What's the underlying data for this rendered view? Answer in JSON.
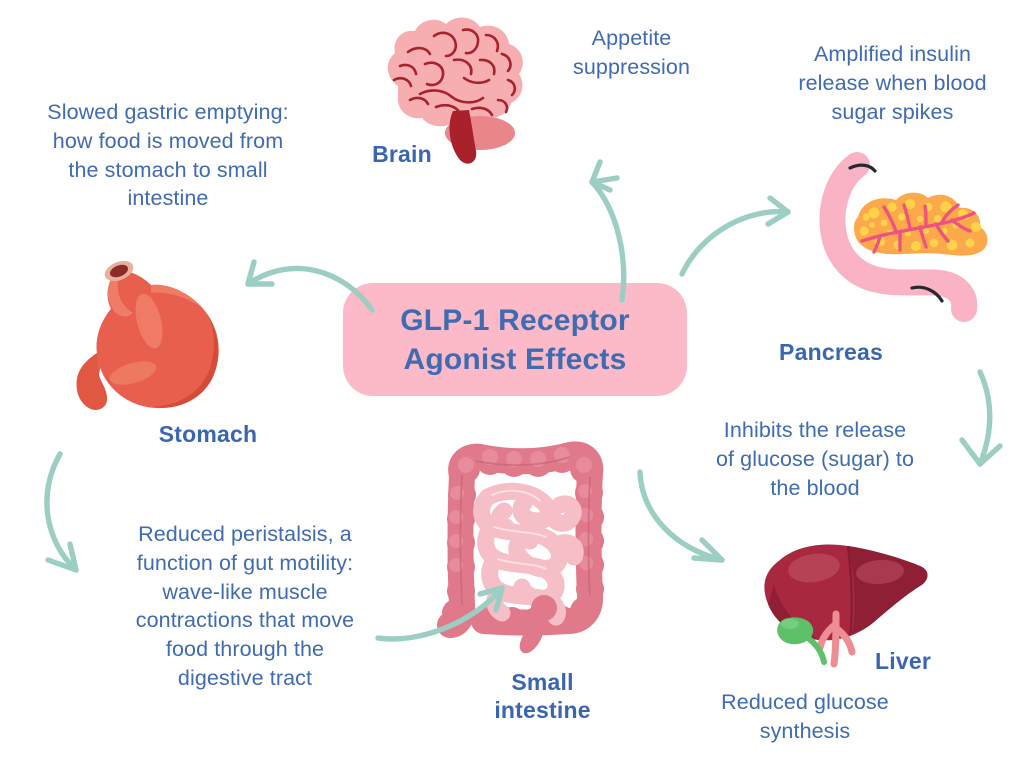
{
  "center": {
    "title_line1": "GLP-1 Receptor",
    "title_line2": "Agonist Effects",
    "bg_color": "#fcb9c8",
    "text_color": "#3f6bb0"
  },
  "palette": {
    "text_blue": "#3f6bb0",
    "label_blue": "#3a66ad",
    "arrow_green": "#9ccec4",
    "brain_pink": "#f6aeb0",
    "brain_dark_red": "#a8212b",
    "stomach_red": "#e8604d",
    "pancreas_orange": "#fba94a",
    "pancreas_duct": "#f0527f",
    "duodenum_pink": "#f9b3c4",
    "liver_maroon": "#a8293f",
    "gallbladder_green": "#5ec16a",
    "intestine_dark_pink": "#e07a8b",
    "intestine_light_pink": "#f6bec6",
    "background": "#ffffff"
  },
  "organs": [
    {
      "id": "brain",
      "label": "Brain",
      "description": "Appetite\nsuppression",
      "description_lines": [
        "Appetite",
        "suppression"
      ],
      "icon": "brain-icon"
    },
    {
      "id": "pancreas",
      "label": "Pancreas",
      "description": "Amplified insulin release when blood sugar spikes",
      "description_lines": [
        "Amplified insulin",
        "release when blood",
        "sugar spikes"
      ],
      "icon": "pancreas-icon"
    },
    {
      "id": "liver",
      "label": "Liver",
      "description": "Reduced glucose synthesis",
      "description_lines": [
        "Reduced glucose",
        "synthesis"
      ],
      "secondary_description": "Inhibits the release of glucose (sugar) to the blood",
      "secondary_description_lines": [
        "Inhibits the release",
        "of glucose (sugar) to",
        "the blood"
      ],
      "icon": "liver-icon"
    },
    {
      "id": "small-intestine",
      "label": "Small\nintestine",
      "label_lines": [
        "Small",
        "intestine"
      ],
      "description": "Reduced peristalsis, a function of gut motility: wave-like muscle contractions that move food through the digestive tract",
      "description_lines": [
        "Reduced peristalsis, a",
        "function of gut motility:",
        "wave-like muscle",
        "contractions that move",
        "food through the",
        "digestive tract"
      ],
      "icon": "small-intestine-icon"
    },
    {
      "id": "stomach",
      "label": "Stomach",
      "description": "Slowed gastric emptying: how food is moved from the stomach to small intestine",
      "description_lines": [
        "Slowed gastric emptying:",
        "how food is moved from",
        "the stomach to small",
        "intestine"
      ],
      "icon": "stomach-icon"
    }
  ],
  "texts": {
    "stomach_desc": [
      "Slowed gastric emptying:",
      "how food is moved from",
      "the stomach to small",
      "intestine"
    ],
    "brain_desc": [
      "Appetite",
      "suppression"
    ],
    "pancreas_desc": [
      "Amplified insulin",
      "release when blood",
      "sugar spikes"
    ],
    "liver_upper_desc": [
      "Inhibits the release",
      "of glucose (sugar) to",
      "the blood"
    ],
    "liver_lower_desc": [
      "Reduced glucose",
      "synthesis"
    ],
    "intestine_desc": [
      "Reduced peristalsis, a",
      "function of gut motility:",
      "wave-like muscle",
      "contractions that move",
      "food through the",
      "digestive tract"
    ]
  },
  "labels": {
    "brain": "Brain",
    "pancreas": "Pancreas",
    "stomach": "Stomach",
    "liver": "Liver",
    "small_intestine_line1": "Small",
    "small_intestine_line2": "intestine"
  },
  "arrows": [
    {
      "id": "arrow-center-to-brain",
      "from": "center",
      "to": "brain",
      "direction": "up-left"
    },
    {
      "id": "arrow-center-to-pancreas",
      "from": "center",
      "to": "pancreas",
      "direction": "up-right"
    },
    {
      "id": "arrow-pancreas-to-liver",
      "from": "pancreas",
      "to": "liver",
      "direction": "down"
    },
    {
      "id": "arrow-center-to-liver",
      "from": "center",
      "to": "liver",
      "direction": "down-right"
    },
    {
      "id": "arrow-intestine-to-center",
      "from": "small-intestine",
      "to": "center",
      "direction": "right"
    },
    {
      "id": "arrow-stomach-to-intestine",
      "from": "stomach",
      "to": "small-intestine",
      "direction": "down"
    },
    {
      "id": "arrow-center-to-stomach",
      "from": "center",
      "to": "stomach",
      "direction": "up-left"
    }
  ]
}
